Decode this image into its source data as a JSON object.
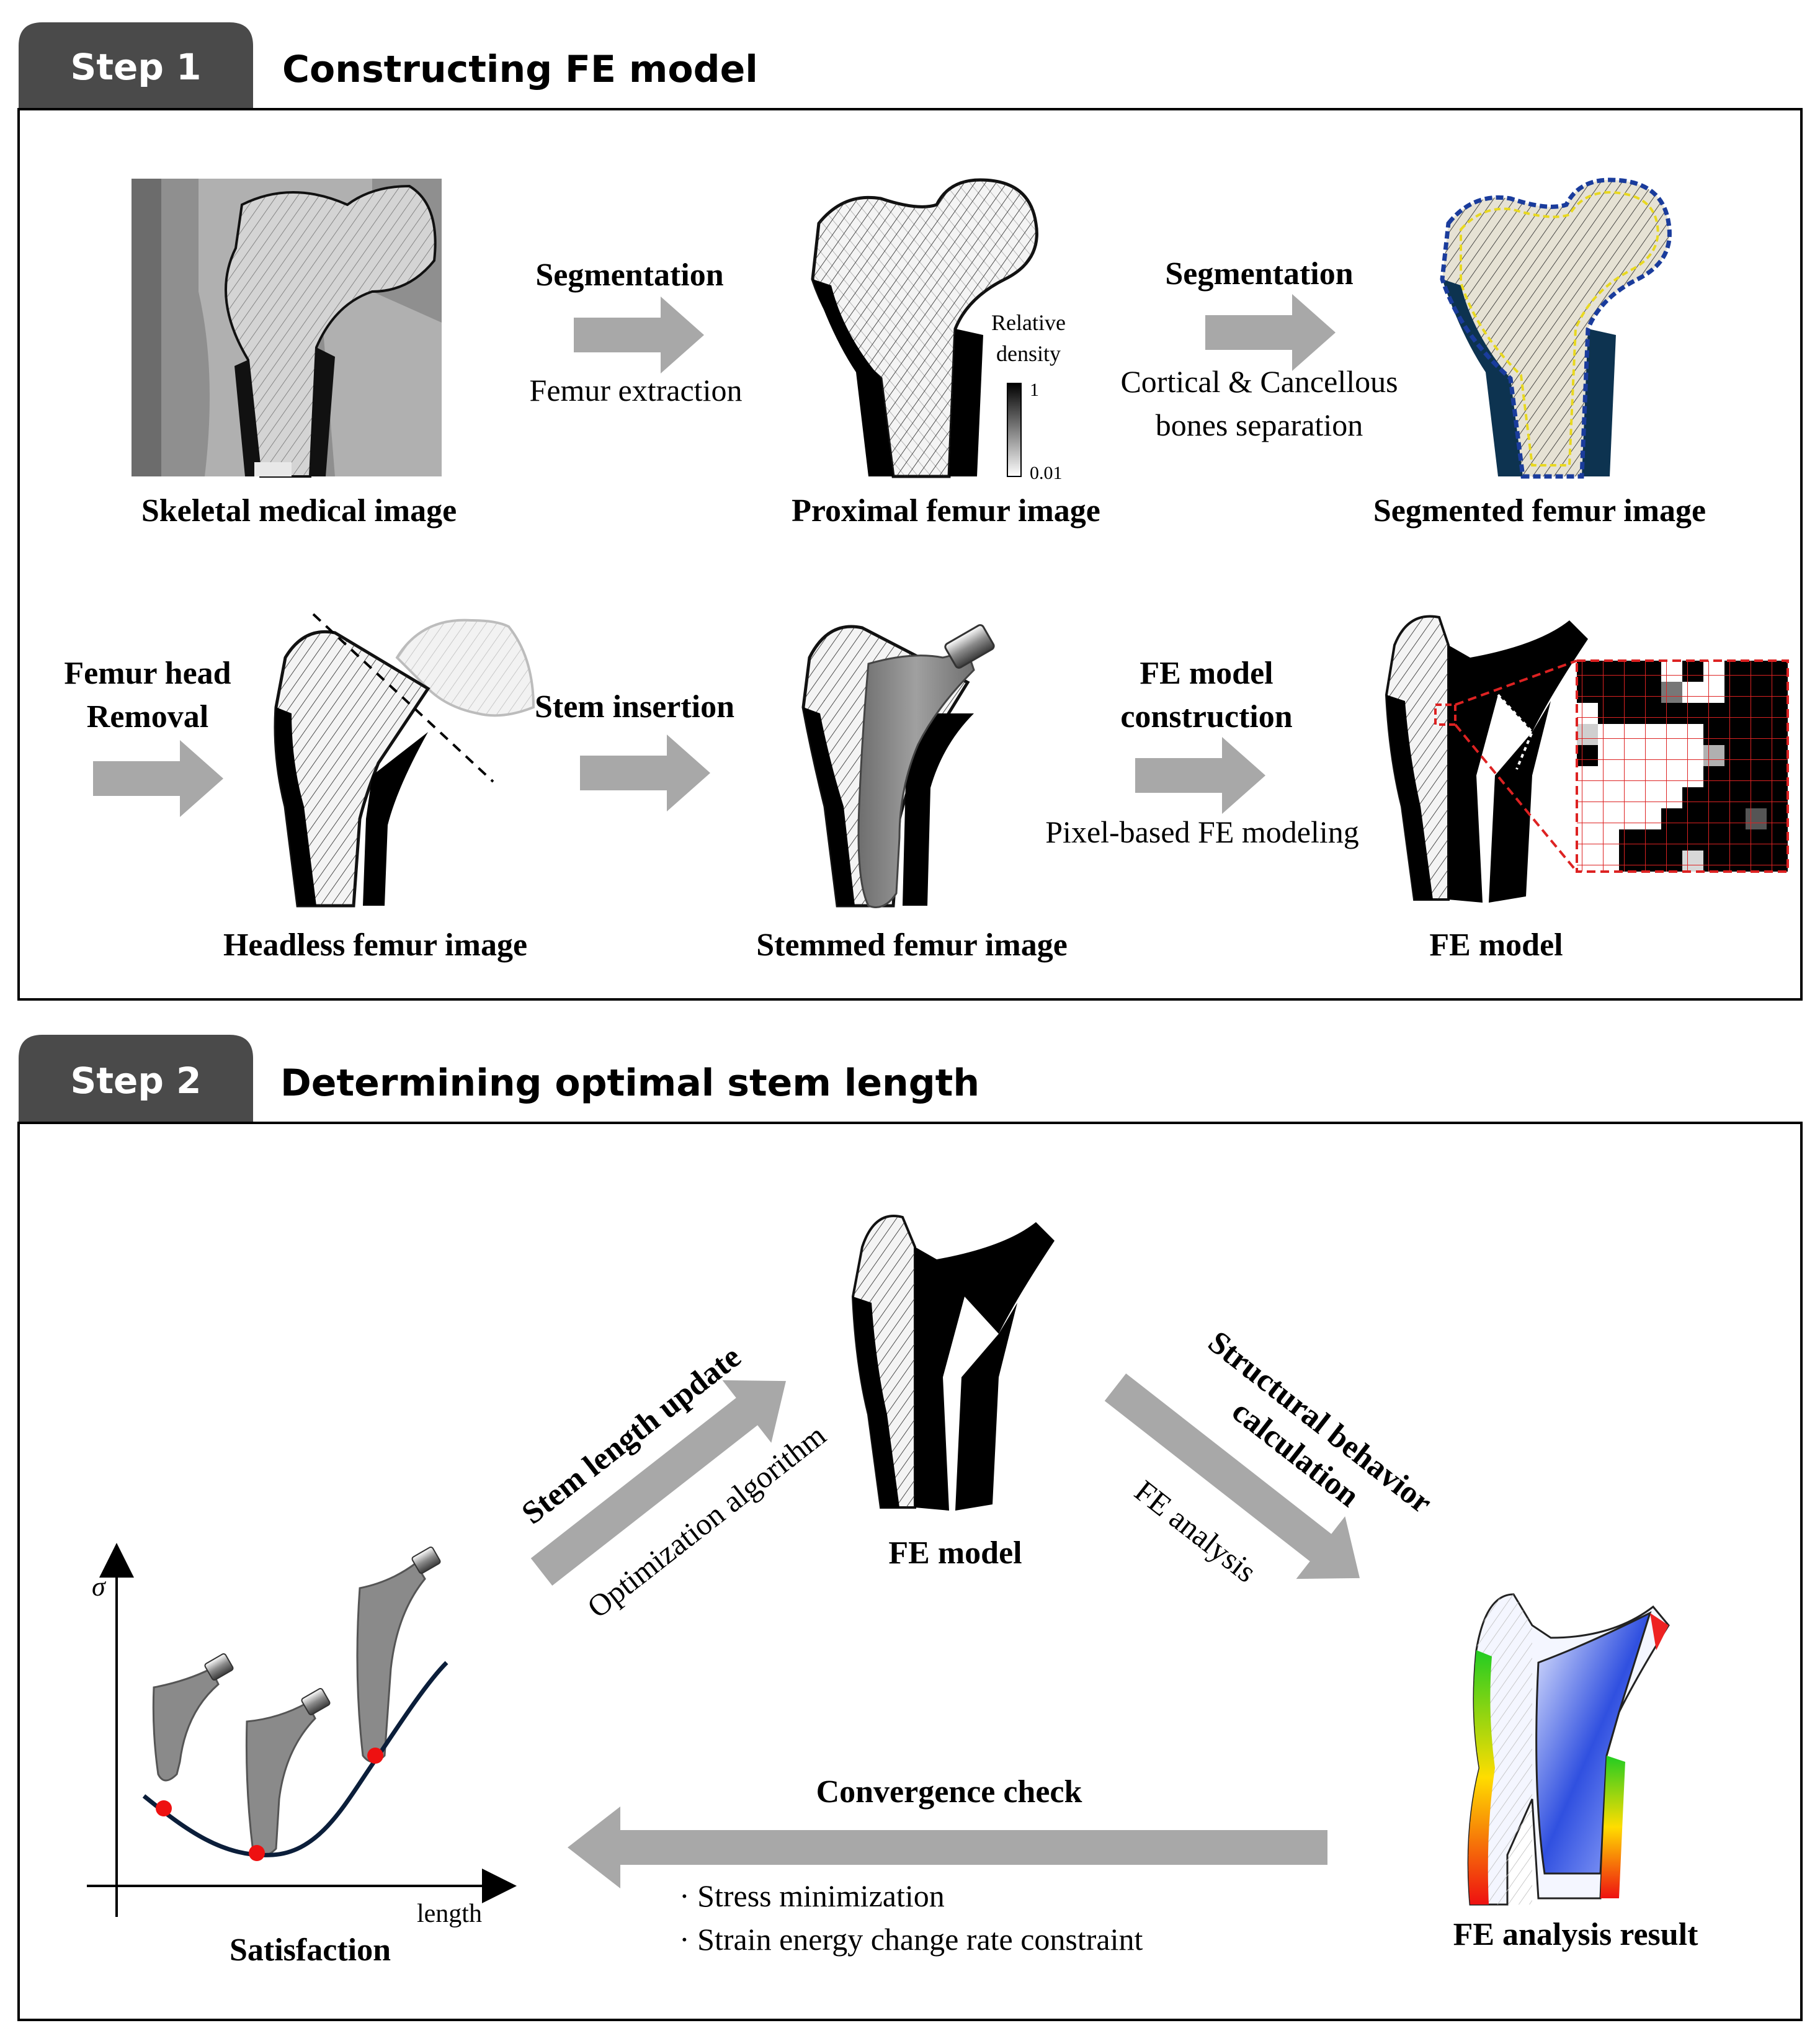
{
  "step1": {
    "tab": "Step 1",
    "title": "Constructing FE model",
    "row1": {
      "img1_caption": "Skeletal medical image",
      "arrow1_label": "Segmentation",
      "arrow1_sub": "Femur extraction",
      "img2_caption": "Proximal femur image",
      "colorbar_title_line1": "Relative",
      "colorbar_title_line2": "density",
      "colorbar_max": "1",
      "colorbar_min": "0.01",
      "arrow2_label": "Segmentation",
      "arrow2_sub_line1": "Cortical & Cancellous",
      "arrow2_sub_line2": "bones separation",
      "img3_caption": "Segmented femur image"
    },
    "row2": {
      "arrow0_label_line1": "Femur head",
      "arrow0_label_line2": "Removal",
      "img4_caption": "Headless femur image",
      "arrow3_label": "Stem insertion",
      "img5_caption": "Stemmed femur image",
      "arrow4_label_line1": "FE model",
      "arrow4_label_line2": "construction",
      "arrow4_sub": "Pixel-based FE modeling",
      "img6_caption": "FE model"
    }
  },
  "step2": {
    "tab": "Step 2",
    "title": "Determining optimal stem length",
    "center_caption": "FE model",
    "update_label": "Stem length update",
    "update_sub": "Optimization algorithm",
    "calc_label_line1": "Structural behavior",
    "calc_label_line2": "calculation",
    "calc_sub": "FE analysis",
    "result_caption": "FE analysis result",
    "converge_label": "Convergence check",
    "converge_items": [
      "· Stress minimization",
      "· Strain energy change rate constraint"
    ],
    "plot_caption": "Satisfaction",
    "plot_ylabel": "σ",
    "plot_xlabel": "length"
  },
  "colors": {
    "tab_bg": "#4a4a4a",
    "arrow": "#a8a8a8",
    "bone": "#000000",
    "stem": "#8a8a8a",
    "outline_blue": "#1a3c9c",
    "outline_yellow": "#e8d820",
    "cortical": "#0d3350",
    "grid_red": "#dd2222",
    "curve": "#0b1e3a",
    "dot": "#ee1111"
  }
}
